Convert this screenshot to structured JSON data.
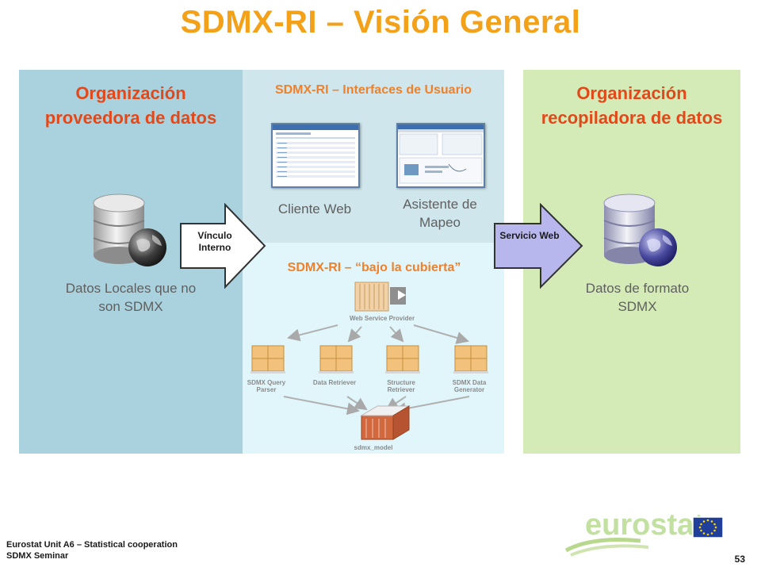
{
  "title": "SDMX-RI – Visión General",
  "provider": {
    "heading": "Organización proveedora de datos",
    "db_label": "Datos Locales que no son SDMX"
  },
  "interfaces": {
    "heading": "SDMX-RI – Interfaces de Usuario",
    "web_client": "Cliente Web",
    "mapping_assistant": "Asistente de Mapeo"
  },
  "under_hood": {
    "heading": "SDMX-RI – “bajo la cubierta”",
    "provider_label": "Web Service Provider",
    "components": [
      "SDMX Query Parser",
      "Data Retriever",
      "Structure Retriever",
      "SDMX Data Generator"
    ],
    "model_label": "sdmx_model"
  },
  "collector": {
    "heading": "Organización recopiladora de datos",
    "db_label": "Datos de formato SDMX"
  },
  "arrows": {
    "internal_link": "Vínculo Interno",
    "web_service": "Servicio Web"
  },
  "footer": {
    "line1": "Eurostat Unit A6 – Statistical cooperation",
    "line2": "SDMX Seminar",
    "page_number": "53",
    "logo_text": "eurostat"
  },
  "colors": {
    "title": "#f4a11a",
    "heading": "#e2491a",
    "provider_bg": "#a9d2de",
    "interfaces_bg": "#cfe7ec",
    "under_hood_bg": "#e1f6fb",
    "collector_bg": "#d4ebb7",
    "arrow_internal": "#ffffff",
    "arrow_service": "#b7b7ee"
  }
}
